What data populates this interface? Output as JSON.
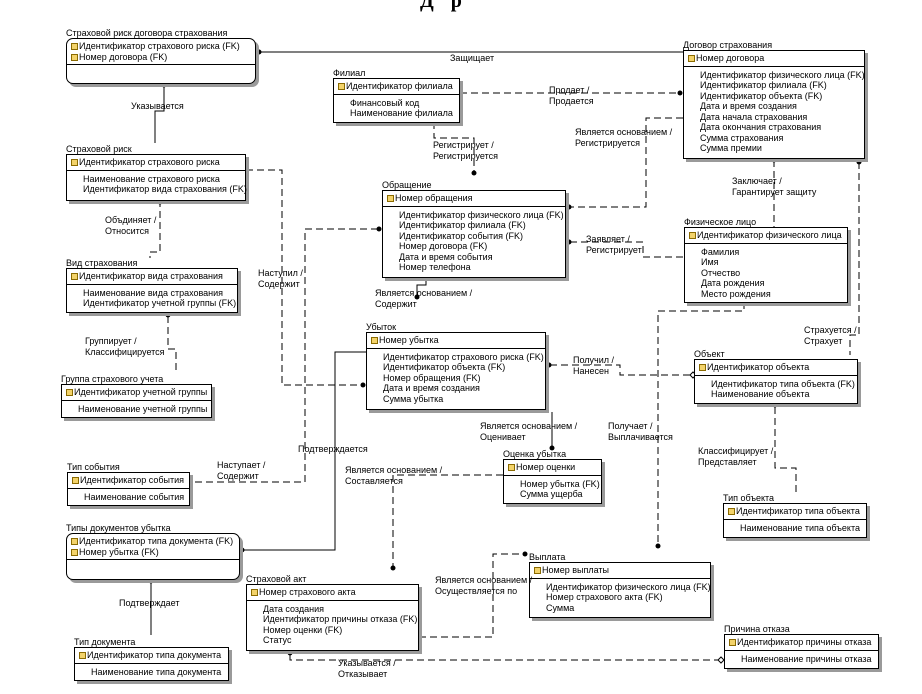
{
  "heading_fragment": "Д  р",
  "entities": [
    {
      "title": "Страховой риск договора страхования",
      "pk": [
        "Идентификатор страхового риска (FK)",
        "Номер договора (FK)"
      ],
      "attrs": [],
      "dependent": true
    },
    {
      "title": "Страховой риск",
      "pk": [
        "Идентификатор страхового риска"
      ],
      "attrs": [
        "Наименование страхового риска",
        "Идентификатор вида страхования (FK)"
      ]
    },
    {
      "title": "Вид страхования",
      "pk": [
        "Идентификатор вида страхования"
      ],
      "attrs": [
        "Наименование вида страхования",
        "Идентификатор учетной группы (FK)"
      ]
    },
    {
      "title": "Группа страхового учета",
      "pk": [
        "Идентификатор учетной группы"
      ],
      "attrs": [
        "Наименование учетной группы"
      ]
    },
    {
      "title": "Тип события",
      "pk": [
        "Идентификатор события"
      ],
      "attrs": [
        "Наименование события"
      ]
    },
    {
      "title": "Типы документов убытка",
      "pk": [
        "Идентификатор типа документа (FK)",
        "Номер убытка (FK)"
      ],
      "attrs": [],
      "dependent": true
    },
    {
      "title": "Тип документа",
      "pk": [
        "Идентификатор типа документа"
      ],
      "attrs": [
        "Наименование типа документа"
      ]
    },
    {
      "title": "Филиал",
      "pk": [
        "Идентификатор филиала"
      ],
      "attrs": [
        "Финансовый код",
        "Наименование филиала"
      ]
    },
    {
      "title": "Обращение",
      "pk": [
        "Номер обращения"
      ],
      "attrs": [
        "Идентификатор физического лица (FK)",
        "Идентификатор филиала (FK)",
        "Идентификатор события (FK)",
        "Номер договора (FK)",
        "Дата и время события",
        "Номер телефона"
      ]
    },
    {
      "title": "Убыток",
      "pk": [
        "Номер убытка"
      ],
      "attrs": [
        "Идентификатор страхового риска (FK)",
        "Идентификатор объекта (FK)",
        "Номер обращения (FK)",
        "Дата и время создания",
        "Сумма убытка"
      ]
    },
    {
      "title": "Оценка убытка",
      "pk": [
        "Номер оценки"
      ],
      "attrs": [
        "Номер убытка (FK)",
        "Сумма ущерба"
      ]
    },
    {
      "title": "Страховой акт",
      "pk": [
        "Номер страхового акта"
      ],
      "attrs": [
        "Дата создания",
        "Идентификатор причины отказа (FK)",
        "Номер оценки (FK)",
        "Статус"
      ]
    },
    {
      "title": "Выплата",
      "pk": [
        "Номер выплаты"
      ],
      "attrs": [
        "Идентификатор физического лица (FK)",
        "Номер страхового акта (FK)",
        "Сумма"
      ]
    },
    {
      "title": "Договор страхования",
      "pk": [
        "Номер договора"
      ],
      "attrs": [
        "Идентификатор физического лица (FK)",
        "Идентификатор филиала (FK)",
        "Идентификатор объекта (FK)",
        "Дата и время создания",
        "Дата начала страхования",
        "Дата окончания страхования",
        "Сумма страхования",
        "Сумма премии"
      ]
    },
    {
      "title": "Физическое лицо",
      "pk": [
        "Идентификатор физического лица"
      ],
      "attrs": [
        "Фамилия",
        "Имя",
        "Отчество",
        "Дата рождения",
        "Место рождения"
      ]
    },
    {
      "title": "Объект",
      "pk": [
        "Идентификатор объекта"
      ],
      "attrs": [
        "Идентификатор типа объекта (FK)",
        "Наименование объекта"
      ]
    },
    {
      "title": "Тип объекта",
      "pk": [
        "Идентификатор типа объекта"
      ],
      "attrs": [
        "Наименование типа объекта"
      ]
    },
    {
      "title": "Причина отказа",
      "pk": [
        "Идентификатор причины отказа"
      ],
      "attrs": [
        "Наименование причины отказа"
      ]
    }
  ],
  "relationships": [
    {
      "label": [
        "Защищает"
      ]
    },
    {
      "label": [
        "Указывается"
      ]
    },
    {
      "label": [
        "Объдиняет /",
        "Относится"
      ]
    },
    {
      "label": [
        "Группирует /",
        "Классифицируется"
      ]
    },
    {
      "label": [
        "Наступил /",
        "Содержит"
      ]
    },
    {
      "label": [
        "Наступает /",
        "Содержит"
      ]
    },
    {
      "label": [
        "Продает /",
        "Продается"
      ]
    },
    {
      "label": [
        "Регистрирует /",
        "Регистрируется"
      ]
    },
    {
      "label": [
        "Является основанием /",
        "Регистрируется"
      ]
    },
    {
      "label": [
        "Заключает /",
        "Гарантирует защиту"
      ]
    },
    {
      "label": [
        "Страхуется /",
        "Страхует"
      ]
    },
    {
      "label": [
        "Заявляет /",
        "Регистрирует"
      ]
    },
    {
      "label": [
        "Является основанием /",
        "Содержит"
      ]
    },
    {
      "label": [
        "Получает /",
        "Выплачивается"
      ]
    },
    {
      "label": [
        "Получил /",
        "Нанесен"
      ]
    },
    {
      "label": [
        "Классифицирует /",
        "Представляет"
      ]
    },
    {
      "label": [
        "Является основанием /",
        "Оценивает"
      ]
    },
    {
      "label": [
        "Подтверждается"
      ]
    },
    {
      "label": [
        "Является основанием /",
        "Составляется"
      ]
    },
    {
      "label": [
        "Подтверждает"
      ]
    },
    {
      "label": [
        "Является основанием /",
        "Осуществляется по"
      ]
    },
    {
      "label": [
        "Указывается /",
        "Отказывает"
      ]
    }
  ],
  "colors": {
    "line": "#000000",
    "shadow": "#9a9a9a",
    "key_icon": "#f3d36a"
  }
}
